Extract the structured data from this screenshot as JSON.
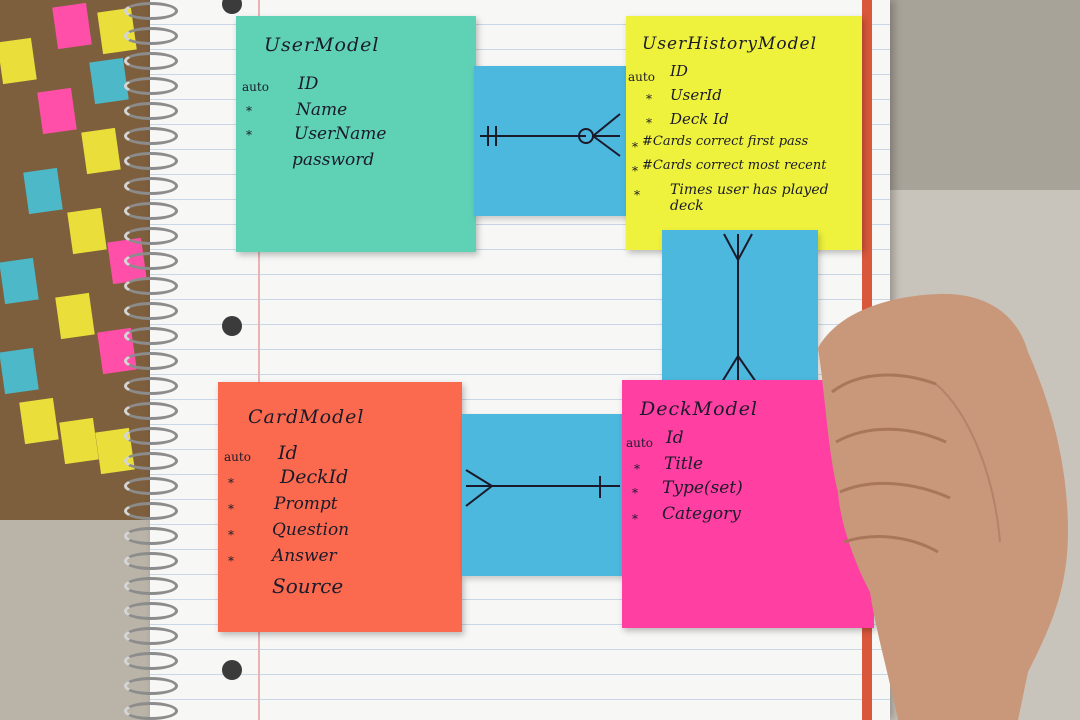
{
  "notes": {
    "user_model": {
      "title": "UserModel",
      "fields": [
        {
          "mark": "auto",
          "label": "ID"
        },
        {
          "mark": "*",
          "label": "Name"
        },
        {
          "mark": "*",
          "label": "UserName"
        },
        {
          "mark": "",
          "label": "password"
        }
      ]
    },
    "user_history_model": {
      "title": "UserHistoryModel",
      "fields": [
        {
          "mark": "auto",
          "label": "ID"
        },
        {
          "mark": "*",
          "label": "UserId"
        },
        {
          "mark": "*",
          "label": "Deck Id"
        },
        {
          "mark": "*",
          "label": "#Cards correct first pass"
        },
        {
          "mark": "*",
          "label": "#Cards correct most recent"
        },
        {
          "mark": "*",
          "label": "Times user has played deck"
        }
      ]
    },
    "card_model": {
      "title": "CardModel",
      "fields": [
        {
          "mark": "auto",
          "label": "Id"
        },
        {
          "mark": "*",
          "label": "DeckId"
        },
        {
          "mark": "*",
          "label": "Prompt"
        },
        {
          "mark": "*",
          "label": "Question"
        },
        {
          "mark": "*",
          "label": "Answer"
        },
        {
          "mark": "",
          "label": "Source"
        }
      ]
    },
    "deck_model": {
      "title": "DeckModel",
      "fields": [
        {
          "mark": "auto",
          "label": "Id"
        },
        {
          "mark": "*",
          "label": "Title"
        },
        {
          "mark": "*",
          "label": "Type(set)"
        },
        {
          "mark": "*",
          "label": "Category"
        }
      ]
    }
  },
  "colors": {
    "user_model": "#5fd1b5",
    "user_history_model": "#eef23c",
    "card_model": "#fb6a4e",
    "deck_model": "#ff3fa2",
    "connector": "#4cb8de",
    "ink": "#1a1a2a"
  },
  "relationships": [
    {
      "from": "UserModel",
      "to": "UserHistoryModel",
      "from_end": "one-and-only-one",
      "to_end": "zero-or-many"
    },
    {
      "from": "UserHistoryModel",
      "to": "DeckModel",
      "from_end": "many",
      "to_end": "many"
    },
    {
      "from": "CardModel",
      "to": "DeckModel",
      "from_end": "many",
      "to_end": "one"
    }
  ]
}
